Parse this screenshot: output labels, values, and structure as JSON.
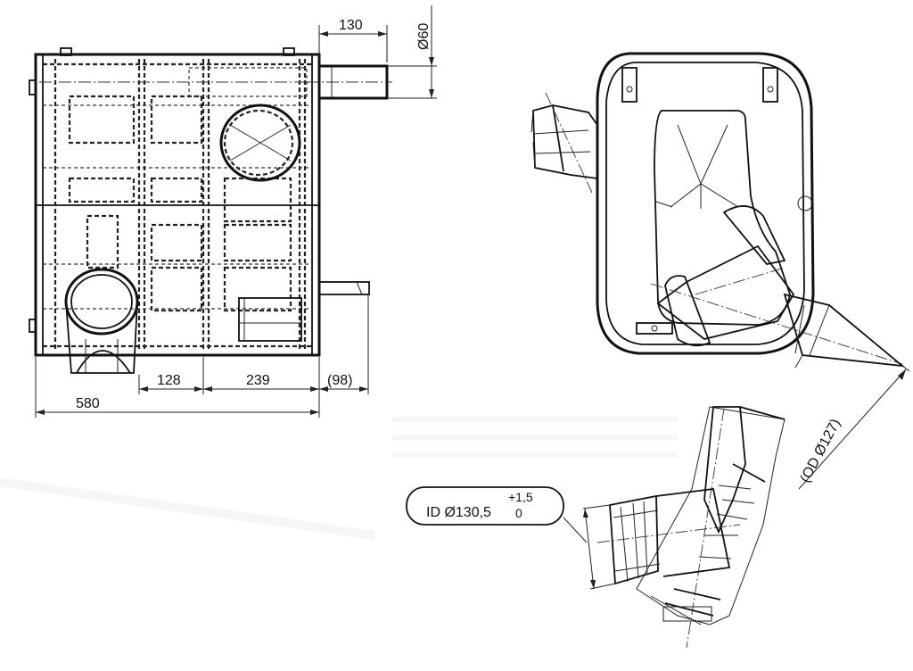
{
  "front_view": {
    "width_dim": "580",
    "inlet_pos_dim": "128",
    "outlet_pos_dim": "239",
    "tailpipe_ref_dim": "(98)",
    "tail_length_dim": "130",
    "tail_diameter_dim": "Ø60"
  },
  "top_view": {
    "outlet_od_dim": "(OD Ø127)"
  },
  "inlet_detail": {
    "id_label": "ID Ø130,5",
    "tol_plus": "+1,5",
    "tol_minus": "0"
  }
}
